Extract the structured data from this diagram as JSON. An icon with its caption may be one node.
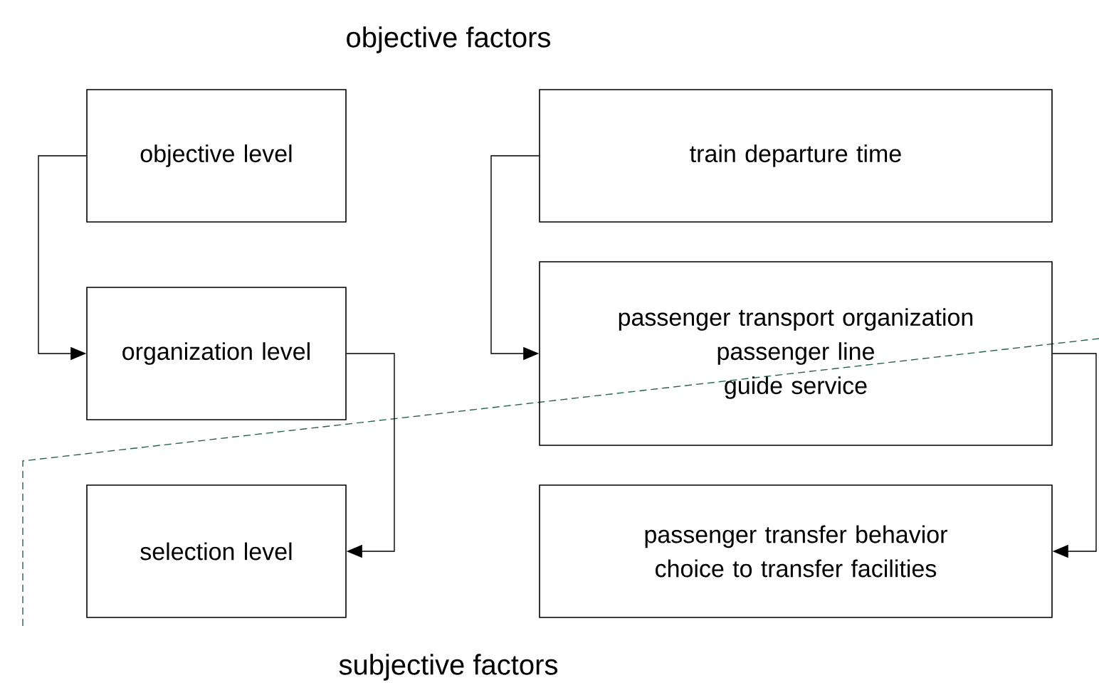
{
  "diagram": {
    "nodes": [
      {
        "text": [
          "objective level"
        ]
      },
      {
        "text": [
          "organization level"
        ]
      },
      {
        "text": [
          "selection level"
        ]
      },
      {
        "text": [
          "train departure time"
        ]
      },
      {
        "text": [
          "passenger transport organization",
          "passenger line",
          "guide service"
        ]
      },
      {
        "text": [
          "passenger transfer behavior",
          "choice to transfer facilities"
        ]
      }
    ],
    "edges": [
      {
        "from": 0,
        "to": 1,
        "arrow": "to"
      },
      {
        "from": 1,
        "to": 2,
        "arrow": "to"
      },
      {
        "from": 3,
        "to": 4,
        "arrow": "to"
      },
      {
        "from": 4,
        "to": 5,
        "arrow": "to"
      }
    ],
    "labels": [
      "objective factors",
      "subjective factors"
    ]
  }
}
